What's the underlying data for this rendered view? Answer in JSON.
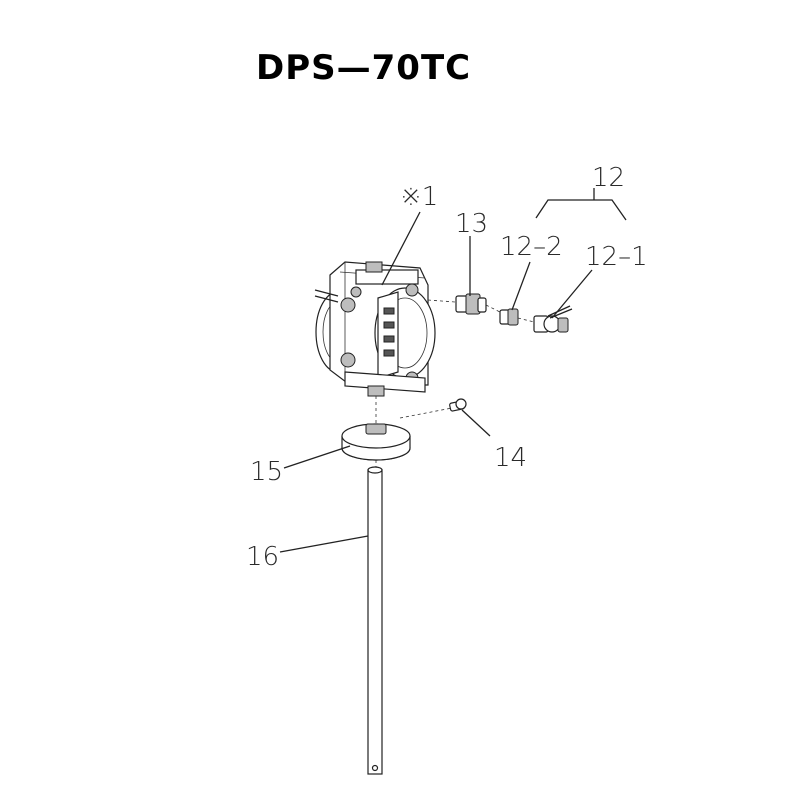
{
  "title": "DPS—70TC",
  "labels": {
    "pump": "※1",
    "p12": "12",
    "p12_2": "12–2",
    "p12_1": "12–1",
    "p13": "13",
    "p14": "14",
    "p15": "15",
    "p16": "16"
  }
}
